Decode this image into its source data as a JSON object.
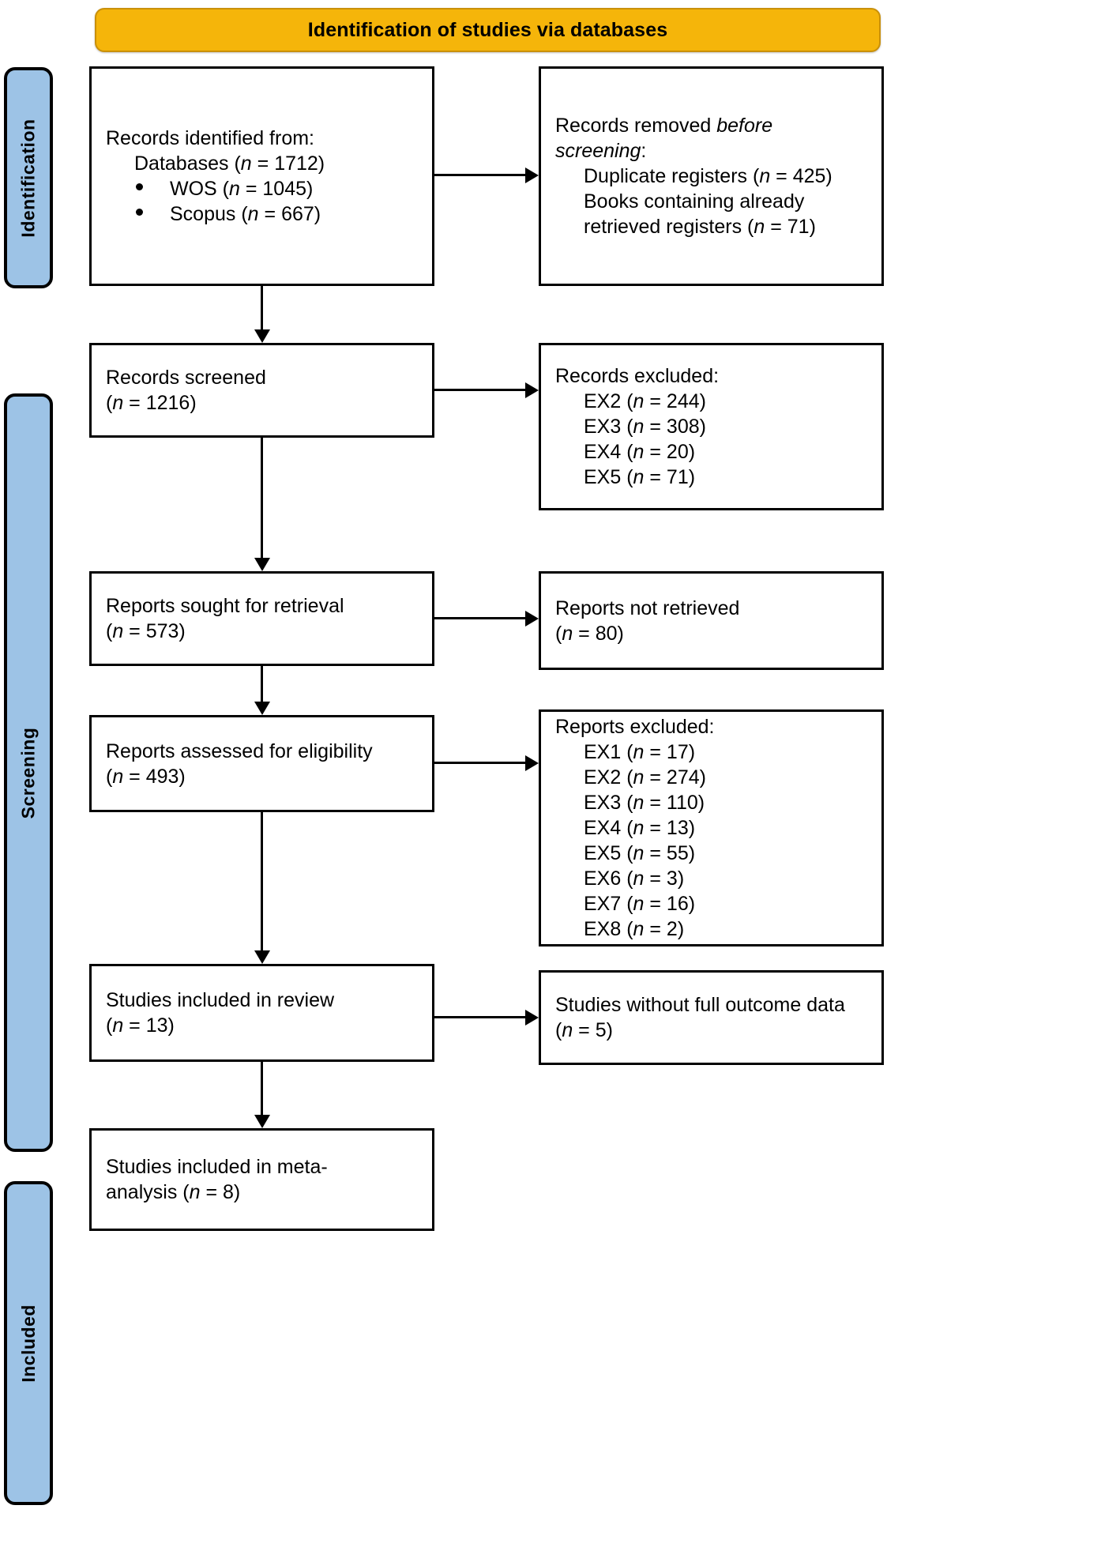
{
  "header": {
    "title": "Identification of studies via databases"
  },
  "phases": [
    {
      "id": "identification",
      "label": "Identification"
    },
    {
      "id": "screening",
      "label": "Screening"
    },
    {
      "id": "included",
      "label": "Included"
    }
  ],
  "colors": {
    "header_fill": "#F5B50A",
    "header_border": "#C9900A",
    "phase_fill": "#9DC3E6",
    "box_border": "#000000",
    "box_fill": "#FFFFFF",
    "text": "#000000"
  },
  "boxes": {
    "identified": {
      "line1": "Records identified from:",
      "line2": "Databases (n = 1712)",
      "bullet1": "WOS (n = 1045)",
      "bullet2": "Scopus (n = 667)"
    },
    "removed": {
      "line1_a": "Records removed ",
      "line1_b": "before",
      "line2_a": "screening",
      "line2_b": ":",
      "line3": "Duplicate registers (n = 425)",
      "line4": "Books containing already",
      "line5": "retrieved registers (n = 71)"
    },
    "screened": {
      "line1": "Records screened",
      "line2": "(n = 1216)"
    },
    "records_excluded": {
      "line1": "Records excluded:",
      "items": [
        "EX2 (n = 244)",
        "EX3 (n = 308)",
        "EX4 (n = 20)",
        "EX5 (n = 71)"
      ]
    },
    "sought": {
      "line1": "Reports sought for retrieval",
      "line2": "(n = 573)"
    },
    "not_retrieved": {
      "line1": "Reports not retrieved",
      "line2": "(n = 80)"
    },
    "assessed": {
      "line1": "Reports assessed for eligibility",
      "line2": "(n = 493)"
    },
    "reports_excluded": {
      "line1": "Reports excluded:",
      "items": [
        "EX1 (n = 17)",
        "EX2 (n = 274)",
        "EX3 (n = 110)",
        "EX4 (n = 13)",
        "EX5 (n = 55)",
        "EX6 (n = 3)",
        "EX7 (n = 16)",
        "EX8 (n = 2)"
      ]
    },
    "included_review": {
      "line1": "Studies included in review",
      "line2": "(n = 13)"
    },
    "no_outcome": {
      "line1": "Studies without full outcome data",
      "line2": "(n = 5)"
    },
    "meta_analysis": {
      "line1": "Studies included in meta-",
      "line2": "analysis (n = 8)"
    }
  },
  "chart_data": {
    "type": "diagram",
    "title": "PRISMA flow diagram - Identification of studies via databases",
    "phases": [
      "Identification",
      "Screening",
      "Included"
    ],
    "nodes": [
      {
        "id": "identified",
        "phase": "Identification",
        "label": "Records identified from: Databases",
        "n": 1712,
        "children": [
          {
            "label": "WOS",
            "n": 1045
          },
          {
            "label": "Scopus",
            "n": 667
          }
        ]
      },
      {
        "id": "removed",
        "phase": "Identification",
        "label": "Records removed before screening",
        "items": [
          {
            "label": "Duplicate registers",
            "n": 425
          },
          {
            "label": "Books containing already retrieved registers",
            "n": 71
          }
        ]
      },
      {
        "id": "screened",
        "phase": "Screening",
        "label": "Records screened",
        "n": 1216
      },
      {
        "id": "records_excluded",
        "phase": "Screening",
        "label": "Records excluded",
        "items": [
          {
            "label": "EX2",
            "n": 244
          },
          {
            "label": "EX3",
            "n": 308
          },
          {
            "label": "EX4",
            "n": 20
          },
          {
            "label": "EX5",
            "n": 71
          }
        ]
      },
      {
        "id": "sought",
        "phase": "Screening",
        "label": "Reports sought for retrieval",
        "n": 573
      },
      {
        "id": "not_retrieved",
        "phase": "Screening",
        "label": "Reports not retrieved",
        "n": 80
      },
      {
        "id": "assessed",
        "phase": "Screening",
        "label": "Reports assessed for eligibility",
        "n": 493
      },
      {
        "id": "reports_excluded",
        "phase": "Screening",
        "label": "Reports excluded",
        "items": [
          {
            "label": "EX1",
            "n": 17
          },
          {
            "label": "EX2",
            "n": 274
          },
          {
            "label": "EX3",
            "n": 110
          },
          {
            "label": "EX4",
            "n": 13
          },
          {
            "label": "EX5",
            "n": 55
          },
          {
            "label": "EX6",
            "n": 3
          },
          {
            "label": "EX7",
            "n": 16
          },
          {
            "label": "EX8",
            "n": 2
          }
        ]
      },
      {
        "id": "included_review",
        "phase": "Included",
        "label": "Studies included in review",
        "n": 13
      },
      {
        "id": "no_outcome",
        "phase": "Included",
        "label": "Studies without full outcome data",
        "n": 5
      },
      {
        "id": "meta_analysis",
        "phase": "Included",
        "label": "Studies included in meta-analysis",
        "n": 8
      }
    ],
    "edges": [
      {
        "from": "identified",
        "to": "removed",
        "dir": "right"
      },
      {
        "from": "identified",
        "to": "screened",
        "dir": "down"
      },
      {
        "from": "screened",
        "to": "records_excluded",
        "dir": "right"
      },
      {
        "from": "screened",
        "to": "sought",
        "dir": "down"
      },
      {
        "from": "sought",
        "to": "not_retrieved",
        "dir": "right"
      },
      {
        "from": "sought",
        "to": "assessed",
        "dir": "down"
      },
      {
        "from": "assessed",
        "to": "reports_excluded",
        "dir": "right"
      },
      {
        "from": "assessed",
        "to": "included_review",
        "dir": "down"
      },
      {
        "from": "included_review",
        "to": "no_outcome",
        "dir": "right"
      },
      {
        "from": "included_review",
        "to": "meta_analysis",
        "dir": "down"
      }
    ]
  }
}
